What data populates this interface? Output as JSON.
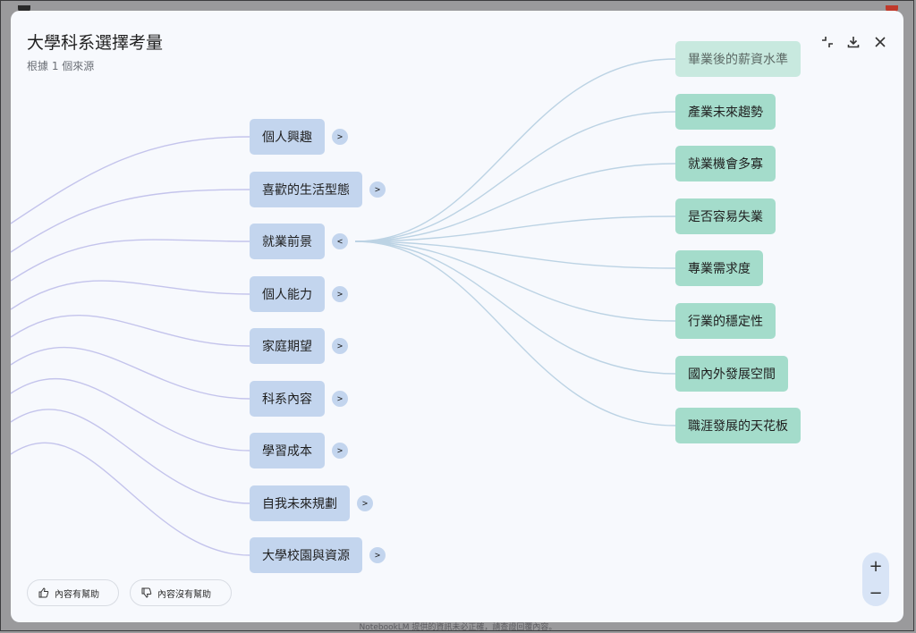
{
  "dialog": {
    "title": "大學科系選擇考量",
    "subtitle": "根據 1 個來源",
    "controls": [
      {
        "name": "collapse-icon",
        "label": "collapse"
      },
      {
        "name": "download-icon",
        "label": "download"
      },
      {
        "name": "close-icon",
        "label": "close"
      }
    ]
  },
  "mind_map": {
    "main_nodes": [
      {
        "label": "個人興趣",
        "toggle": ">",
        "expanded": false
      },
      {
        "label": "喜歡的生活型態",
        "toggle": ">",
        "expanded": false
      },
      {
        "label": "就業前景",
        "toggle": "<",
        "expanded": true
      },
      {
        "label": "個人能力",
        "toggle": ">",
        "expanded": false
      },
      {
        "label": "家庭期望",
        "toggle": ">",
        "expanded": false
      },
      {
        "label": "科系內容",
        "toggle": ">",
        "expanded": false
      },
      {
        "label": "學習成本",
        "toggle": ">",
        "expanded": false
      },
      {
        "label": "自我未來規劃",
        "toggle": ">",
        "expanded": false
      },
      {
        "label": "大學校園與資源",
        "toggle": ">",
        "expanded": false
      }
    ],
    "child_nodes": [
      {
        "label": "畢業後的薪資水準"
      },
      {
        "label": "產業未來趨勢"
      },
      {
        "label": "就業機會多寡"
      },
      {
        "label": "是否容易失業"
      },
      {
        "label": "專業需求度"
      },
      {
        "label": "行業的穩定性"
      },
      {
        "label": "國內外發展空間"
      },
      {
        "label": "職涯發展的天花板"
      }
    ],
    "colors": {
      "main_node": "#c3d5ee",
      "child_node": "#a4dccb",
      "left_edges": "#c4c4ec",
      "right_edges": "#bcd3e4"
    }
  },
  "feedback": {
    "helpful": "內容有幫助",
    "not_helpful": "內容沒有幫助"
  },
  "zoom": {
    "in": "+",
    "out": "−"
  },
  "footer": "NotebookLM 提供的資訊未必正確，請查證回覆內容。"
}
